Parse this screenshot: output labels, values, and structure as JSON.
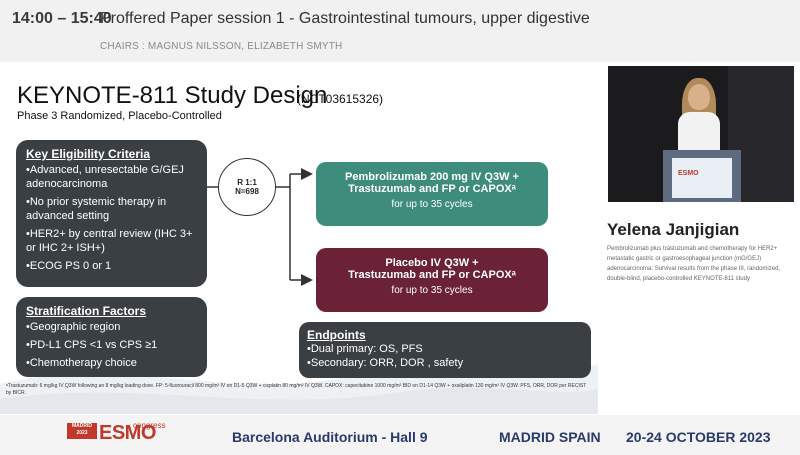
{
  "header": {
    "time": "14:00 – 15:40",
    "session_title": "Proffered Paper session 1 - Gastrointestinal tumours, upper digestive",
    "chairs": "CHAIRS : MAGNUS NILSSON, ELIZABETH SMYTH"
  },
  "slide": {
    "title": "KEYNOTE-811 Study Design",
    "nct": "(NCT03615326)",
    "subtitle": "Phase 3 Randomized, Placebo-Controlled",
    "eligibility": {
      "heading": "Key Eligibility Criteria",
      "items": [
        "•Advanced, unresectable G/GEJ adenocarcinoma",
        "•No prior systemic therapy in advanced setting",
        "•HER2+ by central review (IHC 3+ or IHC 2+ ISH+)",
        "•ECOG PS 0 or 1"
      ]
    },
    "stratification": {
      "heading": "Stratification Factors",
      "items": [
        "•Geographic region",
        "•PD-L1 CPS <1 vs CPS ≥1",
        "•Chemotherapy choice"
      ]
    },
    "randomization": {
      "ratio": "R 1:1",
      "n": "N=698"
    },
    "arm1": {
      "line1": "Pembrolizumab 200 mg IV Q3W +",
      "line2": "Trastuzumab and FP or CAPOXᵃ",
      "line3": "for up to 35 cycles"
    },
    "arm2": {
      "line1": "Placebo IV Q3W +",
      "line2": "Trastuzumab and FP or CAPOXᵃ",
      "line3": "for up to 35 cycles"
    },
    "endpoints": {
      "heading": "Endpoints",
      "items": [
        "•Dual primary: OS, PFS",
        "•Secondary: ORR, DOR , safety"
      ]
    },
    "footnote": "ᵃTrastuzumab: 6 mg/kg IV Q3W following an 8 mg/kg loading dose. FP: 5-fluorouracil 800 mg/m² IV on D1-5 Q3W + cisplatin 80 mg/m² IV Q3W. CAPOX: capecitabine 1000 mg/m² BID on D1-14 Q3W + oxaliplatin 130 mg/m² IV Q3W. PFS, ORR, DOR per RECIST by BICR."
  },
  "speaker": {
    "name": "Yelena Janjigian",
    "talk": "Pembrolizumab plus trastuzumab and chemotherapy for HER2+ metastatic gastric or gastroesophageal junction (mG/GEJ) adenocarcinoma: Survival results from the phase III, randomized, double-blind, placebo-controlled KEYNOTE-811 study"
  },
  "video": {
    "podium_logo": "ESMO"
  },
  "footer": {
    "logo_city": "MADRID",
    "logo_year": "2023",
    "logo_esmo": "ESMO",
    "logo_congress": "congress",
    "hall": "Barcelona Auditorium - Hall 9",
    "city": "MADRID SPAIN",
    "dates": "20-24 OCTOBER 2023"
  },
  "colors": {
    "arm_pembro": "#3e8c7b",
    "arm_placebo": "#6b2136",
    "info_box": "#3a3f44",
    "footer_text": "#2a3a6b",
    "esmo_red": "#c0392b"
  }
}
